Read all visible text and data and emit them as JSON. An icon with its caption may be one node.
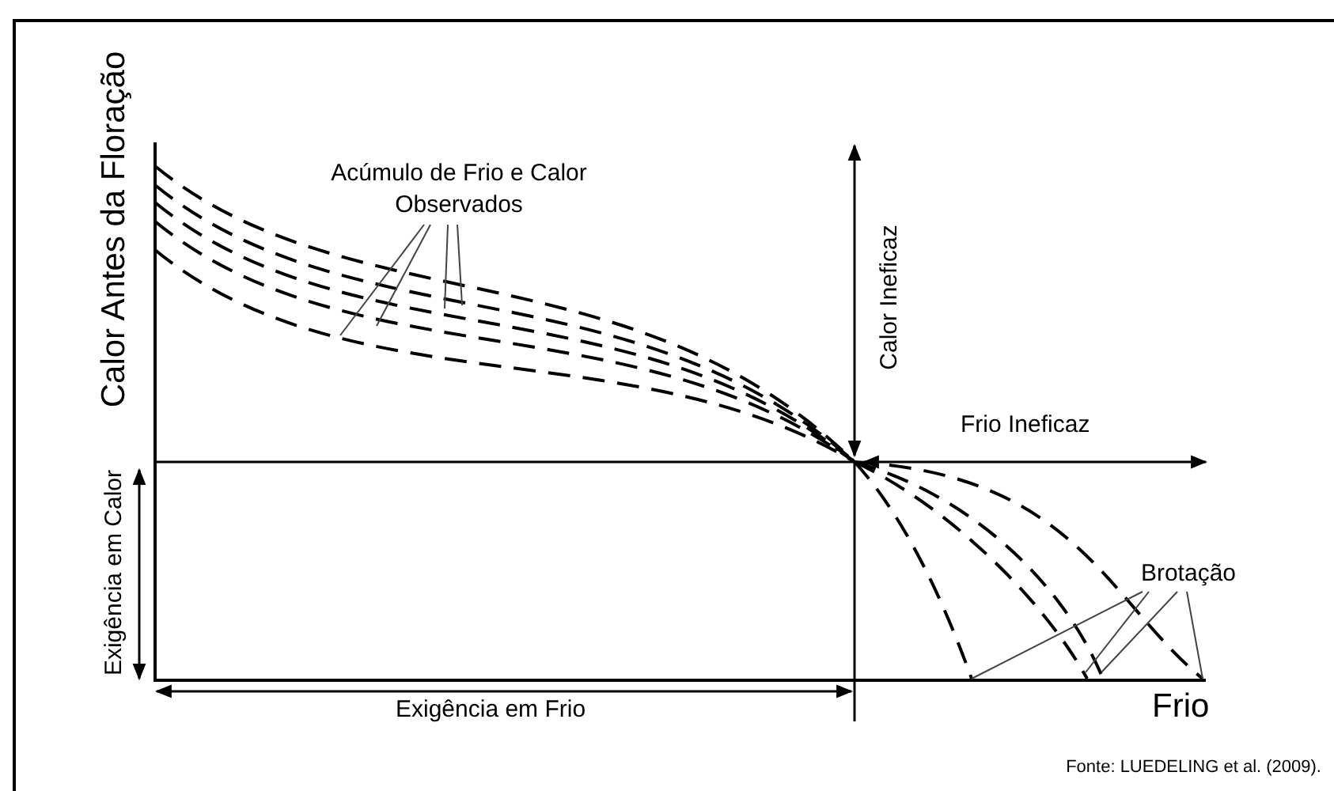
{
  "diagram": {
    "nodes": [
      {
        "text": [
          "Acúmulo de Frio e Calor Observados"
        ]
      },
      {
        "text": [
          "Brotação"
        ]
      }
    ],
    "edges": [
      {
        "from": 0,
        "to": null,
        "arrow": "none"
      },
      {
        "from": 0,
        "to": null,
        "arrow": "none"
      },
      {
        "from": 0,
        "to": null,
        "arrow": "none"
      },
      {
        "from": 0,
        "to": null,
        "arrow": "none"
      },
      {
        "from": 1,
        "to": null,
        "arrow": "none"
      },
      {
        "from": 1,
        "to": null,
        "arrow": "none"
      },
      {
        "from": 1,
        "to": null,
        "arrow": "none"
      },
      {
        "from": 1,
        "to": null,
        "arrow": "none"
      }
    ],
    "labels": [
      "Calor Antes da Floração",
      "Calor Ineficaz",
      "Frio Ineficaz",
      "Exigência em Calor",
      "Exigência em Frio",
      "Frio",
      "Fonte: LUEDELING et al. (2009)."
    ]
  }
}
